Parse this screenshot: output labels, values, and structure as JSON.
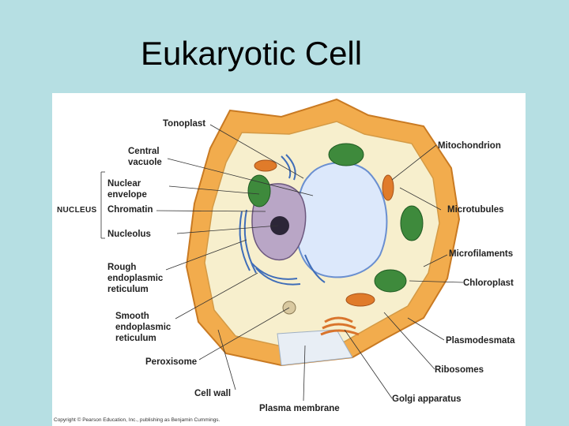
{
  "title": "Eukaryotic Cell",
  "labels": {
    "tonoplast": "Tonoplast",
    "central_vacuole_1": "Central",
    "central_vacuole_2": "vacuole",
    "nuclear_envelope_1": "Nuclear",
    "nuclear_envelope_2": "envelope",
    "nucleus": "NUCLEUS",
    "chromatin": "Chromatin",
    "nucleolus": "Nucleolus",
    "rough_er_1": "Rough",
    "rough_er_2": "endoplasmic",
    "rough_er_3": "reticulum",
    "smooth_er_1": "Smooth",
    "smooth_er_2": "endoplasmic",
    "smooth_er_3": "reticulum",
    "peroxisome": "Peroxisome",
    "cell_wall": "Cell wall",
    "plasma_membrane": "Plasma membrane",
    "golgi": "Golgi apparatus",
    "ribosomes": "Ribosomes",
    "plasmodesmata": "Plasmodesmata",
    "chloroplast": "Chloroplast",
    "microfilaments": "Microfilaments",
    "microtubules": "Microtubules",
    "mitochondrion": "Mitochondrion"
  },
  "copyright": "Copyright © Pearson Education, Inc., publishing as Benjamin Cummings.",
  "colors": {
    "background": "#b6dfe3",
    "cell_wall": "#f0a848",
    "cytoplasm": "#f6efcf",
    "vacuole": "#dbe8fb",
    "nucleus": "#b8a6c4",
    "chloroplast": "#3e8a3c",
    "mitochondrion": "#e07b2a",
    "er": "#3f6db8"
  }
}
